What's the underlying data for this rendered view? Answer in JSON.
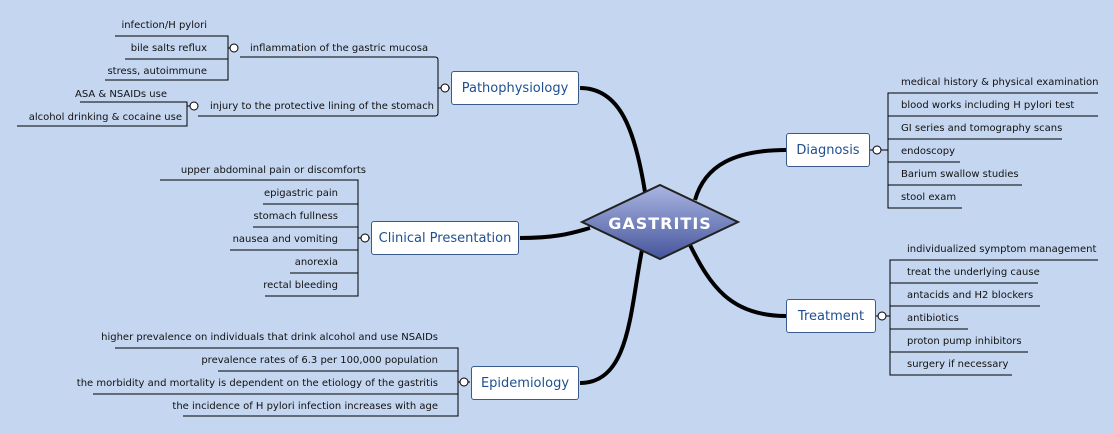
{
  "center": {
    "label": "GASTRITIS"
  },
  "colors": {
    "background": "#c5d6f0",
    "branch": "#000000",
    "center_fill_top": "#a7b3e0",
    "center_fill_bottom": "#4a5aa0",
    "box_text": "#1f4f91"
  },
  "branches": {
    "pathophysiology": {
      "label": "Pathophysiology",
      "groups": [
        {
          "label": "inflammation of the gastric mucosa",
          "items": [
            "infection/H pylori",
            "bile salts reflux",
            "stress, autoimmune"
          ]
        },
        {
          "label": "injury to the protective lining of the stomach",
          "items": [
            "ASA & NSAIDs use",
            "alcohol drinking & cocaine use"
          ]
        }
      ]
    },
    "clinical": {
      "label": "Clinical Presentation",
      "items": [
        "upper abdominal pain or discomforts",
        "epigastric pain",
        "stomach fullness",
        "nausea and vomiting",
        "anorexia",
        "rectal bleeding"
      ]
    },
    "epidemiology": {
      "label": "Epidemiology",
      "items": [
        "higher prevalence on individuals that drink alcohol and use NSAIDs",
        "prevalence rates of 6.3 per 100,000 population",
        "the morbidity and mortality is dependent on the etiology of the gastritis",
        "the incidence of H pylori infection increases with age"
      ]
    },
    "diagnosis": {
      "label": "Diagnosis",
      "items": [
        "medical history & physical examination",
        "blood works including H pylori test",
        "GI series and tomography scans",
        "endoscopy",
        "Barium swallow studies",
        "stool exam"
      ]
    },
    "treatment": {
      "label": "Treatment",
      "items": [
        "individualized symptom management",
        "treat the underlying cause",
        "antacids and H2 blockers",
        "antibiotics",
        "proton pump inhibitors",
        "surgery if necessary"
      ]
    }
  }
}
